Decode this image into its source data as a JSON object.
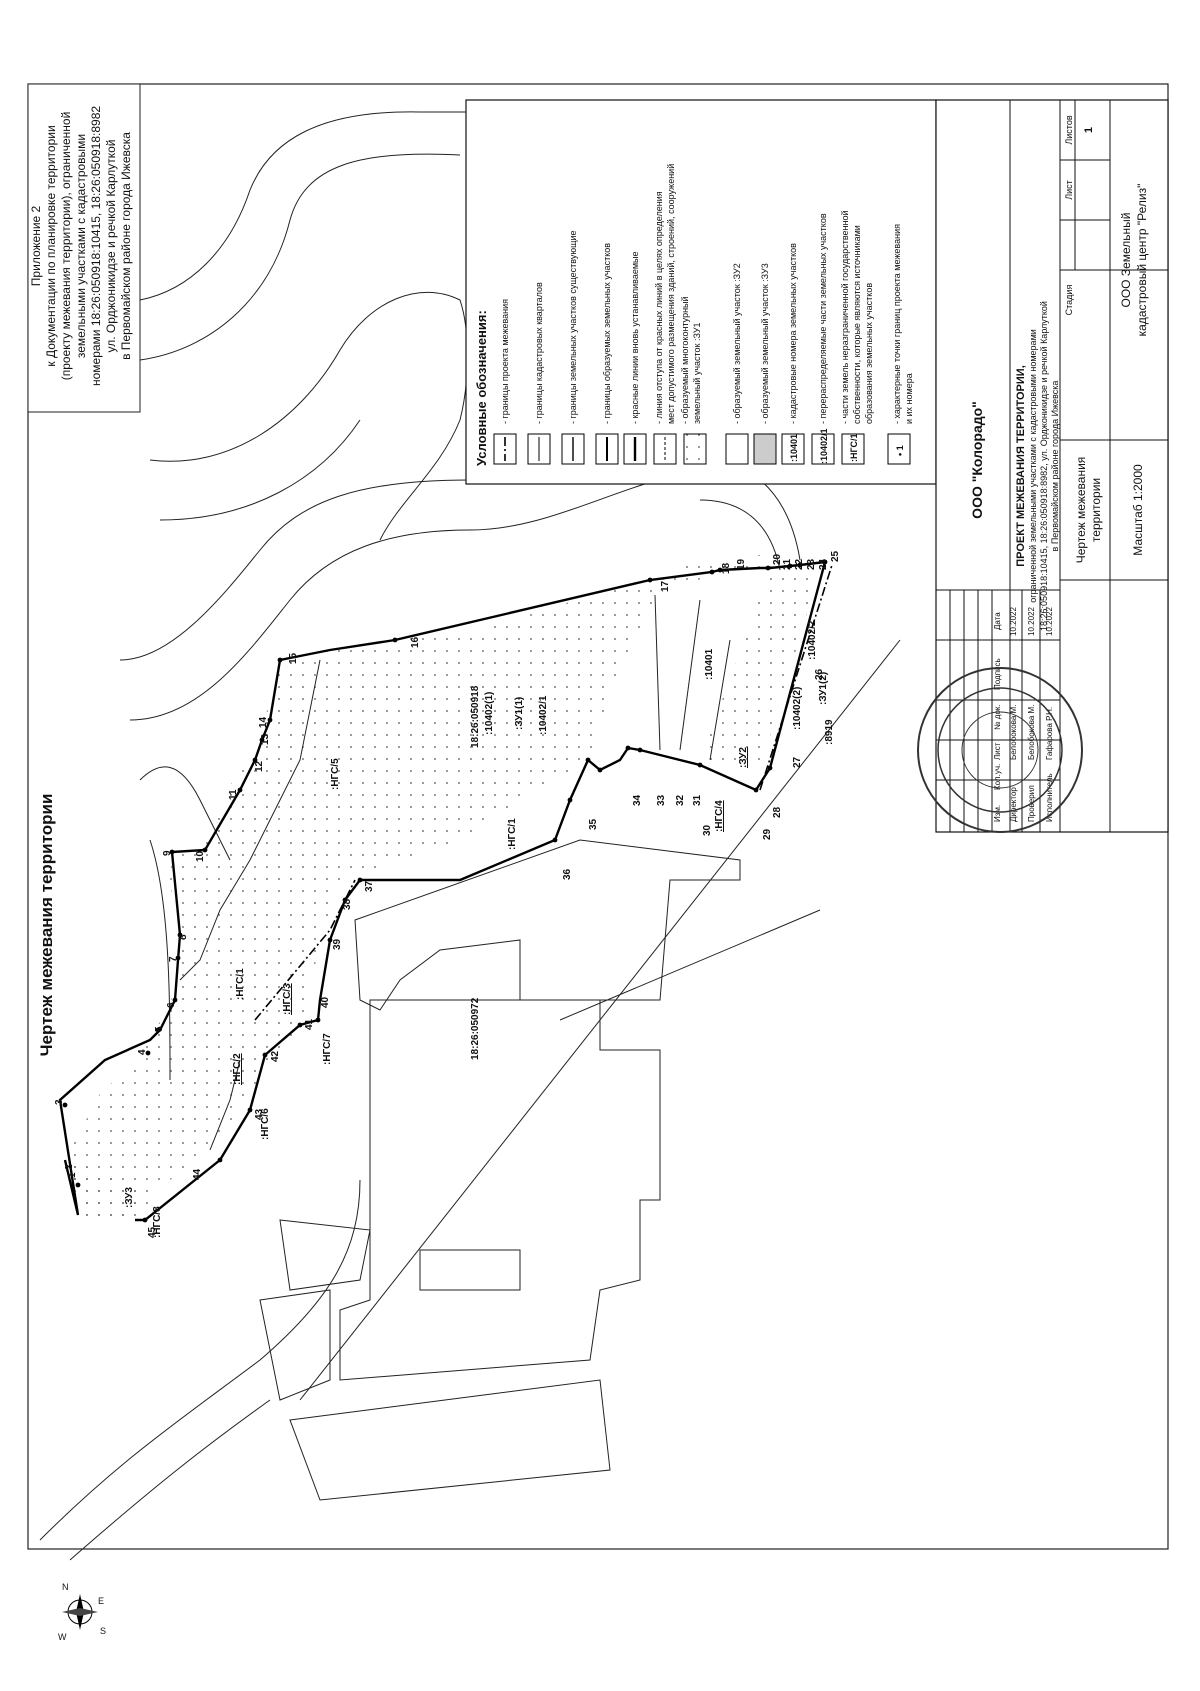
{
  "appendix": {
    "line1": "Приложение 2",
    "line2": "к Документации по планировке территории",
    "line3": "(проекту межевания территории), ограниченной",
    "line4": "земельными участками с кадастровыми",
    "line5": "номерами 18:26:050918:10415, 18:26:050918:8982",
    "line6": "ул. Орджоникидзе и речкой Карлуткой",
    "line7": "в Первомайском районе города Ижевска"
  },
  "map_title": "Чертеж межевания территории",
  "compass": {
    "n": "N",
    "e": "E",
    "s": "S",
    "w": "W"
  },
  "legend": {
    "title": "Условные обозначения:",
    "items": [
      {
        "sym": "",
        "text": "- границы проекта межевания"
      },
      {
        "sym": "",
        "text": "- границы кадастровых кварталов"
      },
      {
        "sym": "",
        "text": "- границы земельных участков существующие"
      },
      {
        "sym": "",
        "text": "- границы образуемых земельных участков"
      },
      {
        "sym": "",
        "text": "- красные линии вновь устанавливаемые"
      },
      {
        "sym": "",
        "text": "- линия отступа от красных линий в целях определения",
        "text2": "мест допустимого размещения зданий, строений, сооружений"
      },
      {
        "sym": "",
        "text": "- образуемый многоконтурный",
        "text2": "земельный участок :ЗУ1"
      },
      {
        "sym": "",
        "text": "- образуемый земельный участок :ЗУ2"
      },
      {
        "sym": "",
        "text": "- образуемый земельный участок :ЗУ3"
      },
      {
        "sym": ":10401",
        "text": "- кадастровые номера земельных участков"
      },
      {
        "sym": ":10402/1",
        "text": "- перераспределяемые части земельных участков"
      },
      {
        "sym": ":НГС/1",
        "text": "- части земель неразграниченной государственной",
        "text2": "собственности, которые являются источниками",
        "text3": "образования земельных участков"
      },
      {
        "sym": "• 1",
        "text": "- характерные точки границ проекта межевания",
        "text2": "и их номера"
      }
    ]
  },
  "title_block": {
    "company": "ООО \"Колорадо\"",
    "project": "ПРОЕКТ МЕЖЕВАНИЯ ТЕРРИТОРИИ,",
    "desc1": "ограниченной земельными участками с кадастровыми номерами",
    "desc2": "18:26:050918:10415, 18:26:050918:8982, ул. Орджоникидзе и речкой Карлуткой",
    "desc3": "в Первомайском районе города Ижевска",
    "sheet_name1": "Чертеж межевания",
    "sheet_name2": "территории",
    "scale": "Масштаб 1:2000",
    "stage_label": "Стадия",
    "sheet_label": "Лист",
    "sheets_label": "Листов",
    "sheets_value": "1",
    "org1": "ООО Земельный",
    "org2": "кадастровый центр \"Релиз\"",
    "col_headers": [
      "Изм.",
      "Кол.уч.",
      "Лист",
      "№ док.",
      "Подпись",
      "Дата"
    ],
    "rows": [
      {
        "role": "Директор",
        "name": "Белобокова М.",
        "date": "10.2022"
      },
      {
        "role": "Проверил",
        "name": "Белобокова М.",
        "date": "10.2022"
      },
      {
        "role": "Исполнитель",
        "name": "Гафарова Р.Н.",
        "date": "10.2022"
      }
    ]
  },
  "map_labels": {
    "quarter1": "18:26:050918",
    "quarter2": "18:26:050972",
    "p10402_1a": ":10402(1)",
    "zu1_1": ":ЗУ1(1)",
    "p10402_1b": ":10402/1",
    "p10401": ":10401",
    "zu2": ":ЗУ2",
    "p10402_2": ":10402(2)",
    "zu1_2": ":ЗУ1(2)",
    "p10402_2b": ":10402/2",
    "p8919": ":8919",
    "ngs1a": ":НГС/1",
    "ngs1b": ":НГС/1",
    "ngs2": ":НГС/2",
    "ngs3": ":НГС/3",
    "ngs4": ":НГС/4",
    "ngs5": ":НГС/5",
    "ngs6": ":НГС/6",
    "ngs7": ":НГС/7",
    "ngs8": ":НГС/8",
    "zu3": ":ЗУ3"
  },
  "points": [
    "1",
    "2",
    "3",
    "4",
    "5",
    "6",
    "7",
    "8",
    "9",
    "10",
    "11",
    "12",
    "13",
    "14",
    "15",
    "16",
    "17",
    "18",
    "19",
    "20",
    "21",
    "22",
    "23",
    "24",
    "25",
    "26",
    "27",
    "28",
    "29",
    "30",
    "31",
    "32",
    "33",
    "34",
    "35",
    "36",
    "37",
    "38",
    "39",
    "40",
    "41",
    "42",
    "43",
    "44",
    "45"
  ]
}
